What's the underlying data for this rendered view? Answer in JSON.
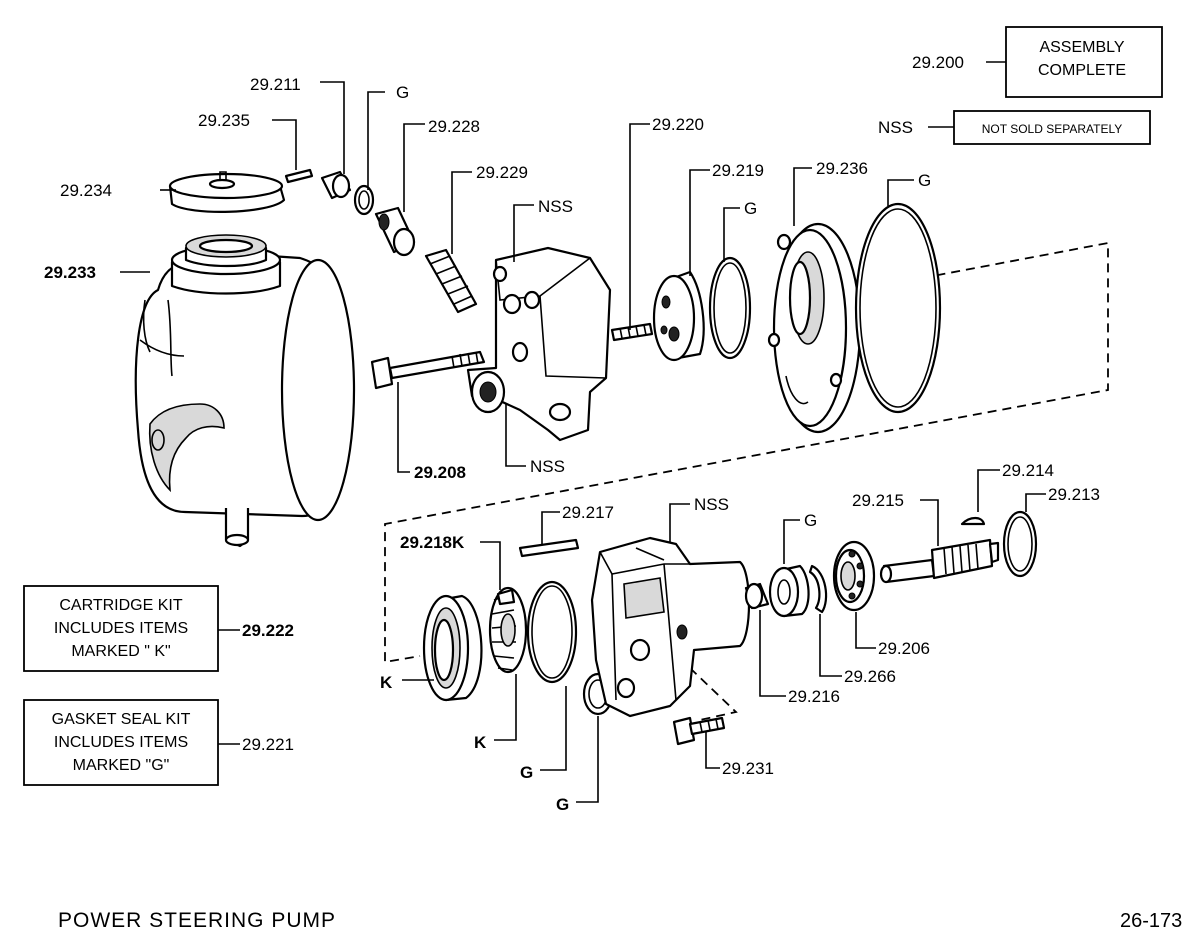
{
  "diagram": {
    "title": "POWER STEERING PUMP",
    "page_number": "26-173",
    "legend": {
      "assembly_number": "29.200",
      "assembly_line1": "ASSEMBLY",
      "assembly_line2": "COMPLETE",
      "nss_code": "NSS",
      "nss_text": "NOT SOLD SEPARATELY"
    },
    "kits": [
      {
        "lines": [
          "CARTRIDGE KIT",
          "INCLUDES ITEMS",
          "MARKED \" K\""
        ],
        "number": "29.222"
      },
      {
        "lines": [
          "GASKET SEAL KIT",
          "INCLUDES ITEMS",
          "MARKED \"G\""
        ],
        "number": "29.221"
      }
    ],
    "callouts": {
      "p211": "29.211",
      "g_top": "G",
      "p235": "29.235",
      "p228": "29.228",
      "p229": "29.229",
      "p234": "29.234",
      "p233": "29.233",
      "nss_cover": "NSS",
      "p208": "29.208",
      "nss_cover_bottom": "NSS",
      "p220": "29.220",
      "p219": "29.219",
      "g_ring": "G",
      "p236": "29.236",
      "g_big": "G",
      "p214": "29.214",
      "p213": "29.213",
      "p215": "29.215",
      "p217": "29.217",
      "p218": "29.218K",
      "nss_housing": "NSS",
      "g_bearing": "G",
      "k_ring": "K",
      "k_rotor": "K",
      "g_oring": "G",
      "g_small": "G",
      "p206": "29.206",
      "p266": "29.266",
      "p216": "29.216",
      "p231": "29.231"
    }
  }
}
